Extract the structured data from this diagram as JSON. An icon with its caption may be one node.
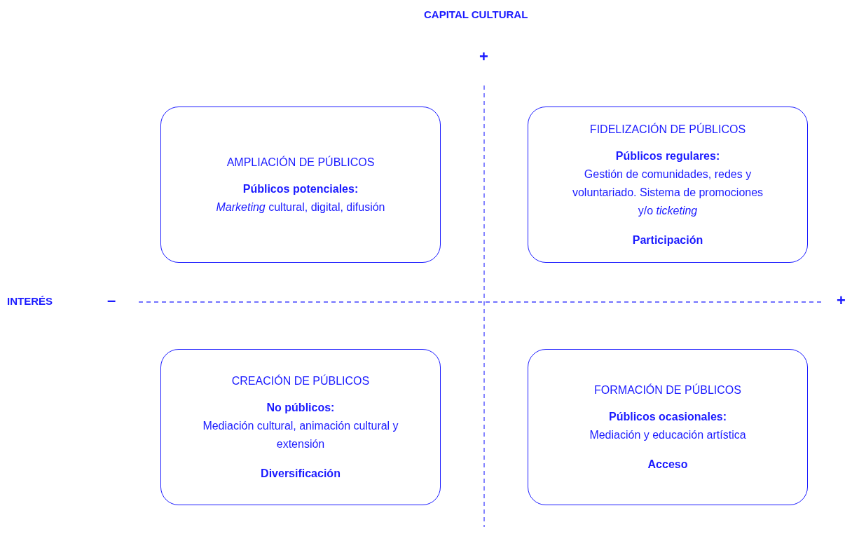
{
  "diagram": {
    "nodes": [
      {
        "text": [
          "AMPLIACIÓN DE PÚBLICOS",
          "Públicos potenciales:",
          "*Marketing* cultural, digital, difusión"
        ]
      },
      {
        "text": [
          "FIDELIZACIÓN DE PÚBLICOS",
          "Públicos regulares:",
          "Gestión de comunidades, redes y voluntariado. Sistema de promociones y/o *ticketing*",
          "Participación"
        ]
      },
      {
        "text": [
          "CREACIÓN DE PÚBLICOS",
          "No públicos:",
          "Mediación cultural, animación cultural y extensión",
          "Diversificación"
        ]
      },
      {
        "text": [
          "FORMACIÓN DE PÚBLICOS",
          "Públicos ocasionales:",
          "Mediación y educación artística",
          "Acceso"
        ]
      }
    ],
    "labels": [
      "CAPITAL CULTURAL",
      "+",
      "INTERÉS",
      "–",
      "+"
    ]
  }
}
